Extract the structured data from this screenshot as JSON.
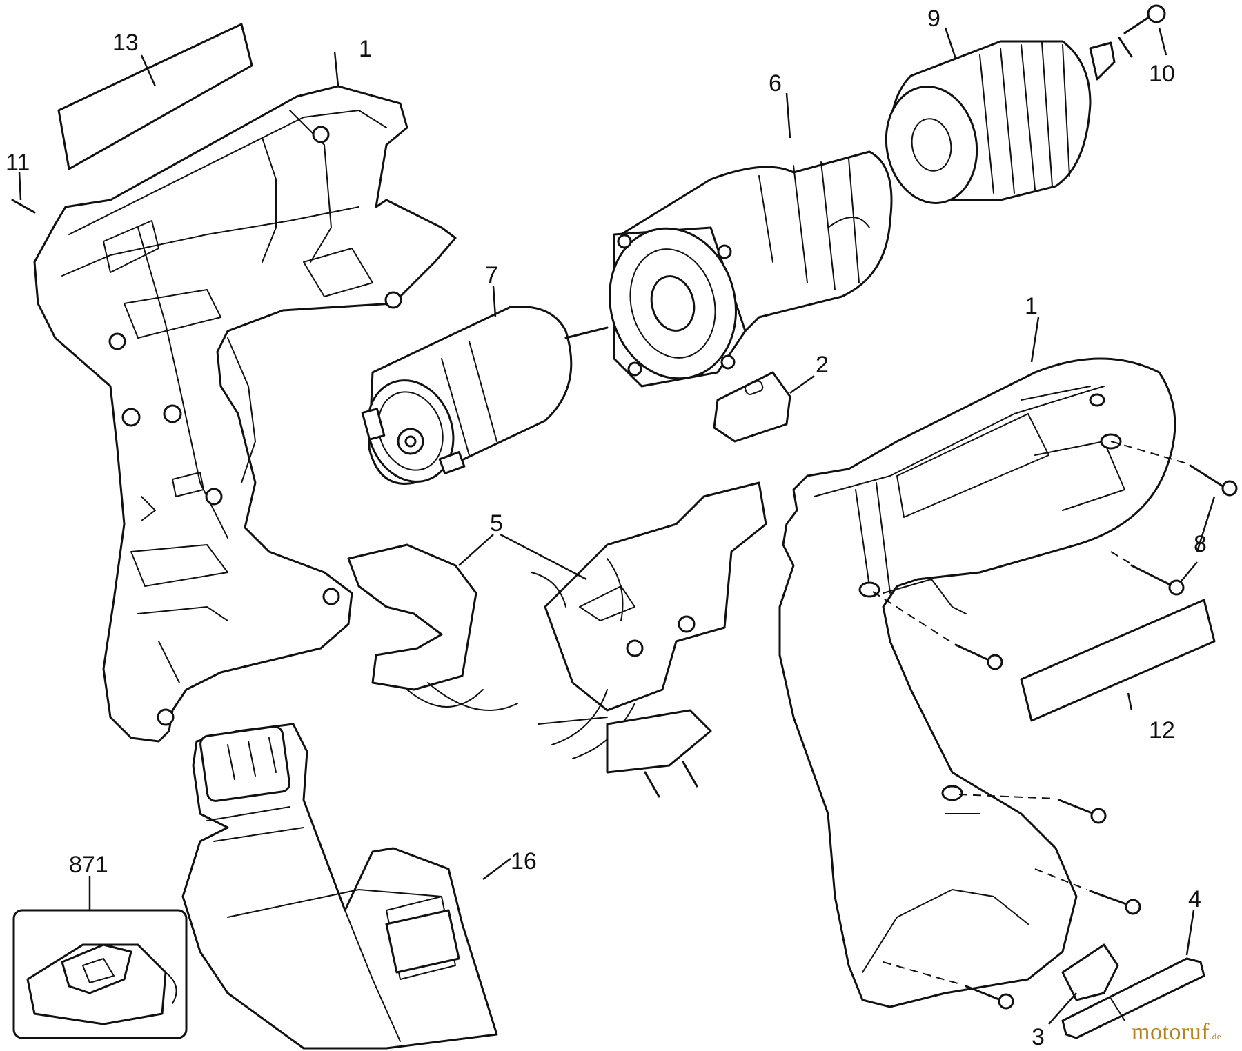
{
  "diagram": {
    "callouts": {
      "c1a": "1",
      "c1b": "1",
      "c2": "2",
      "c3": "3",
      "c4": "4",
      "c5": "5",
      "c6": "6",
      "c7": "7",
      "c8": "8",
      "c9": "9",
      "c10": "10",
      "c11": "11",
      "c12": "12",
      "c13": "13",
      "c16": "16",
      "c871": "871"
    }
  },
  "watermark": {
    "brand": "motoruf",
    "suffix": ".de",
    "color": "#b7811f"
  }
}
